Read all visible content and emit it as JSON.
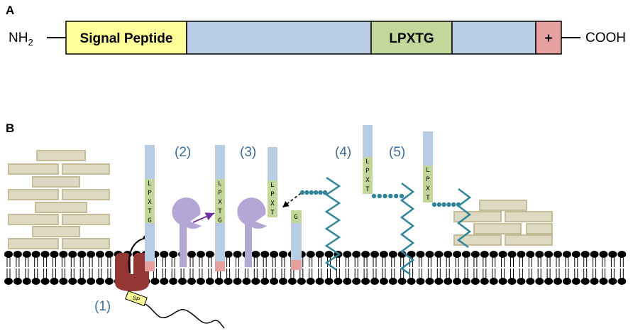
{
  "panel_a": {
    "label": "A",
    "n_terminus": "NH",
    "n_terminus_sub": "2",
    "c_terminus": "COOH",
    "signal_peptide": "Signal Peptide",
    "motif": "LPXTG",
    "charged_tail": "+",
    "colors": {
      "signal": "#ffff99",
      "body": "#b8cce4",
      "motif": "#c4d79b",
      "tail": "#e6a0a0"
    }
  },
  "panel_b": {
    "label": "B",
    "steps": [
      "(1)",
      "(2)",
      "(3)",
      "(4)",
      "(5)"
    ],
    "signal_peptide_tag": "SP",
    "motif_vertical": [
      "L",
      "P",
      "X",
      "T",
      "G"
    ],
    "cleaved_motif": [
      "L",
      "P",
      "X",
      "T"
    ],
    "cleaved_glycine": "G",
    "colors": {
      "protein": "#b8cce4",
      "motif": "#c4d79b",
      "tail": "#e6a0a0",
      "sortase": "#b4a7d6",
      "translocon": "#943634",
      "peptidoglycan_fill": "#ddd9c3",
      "peptidoglycan_stroke": "#c4bd97",
      "lipid_ii": "#31859c",
      "arrow": "#7030a0"
    }
  }
}
